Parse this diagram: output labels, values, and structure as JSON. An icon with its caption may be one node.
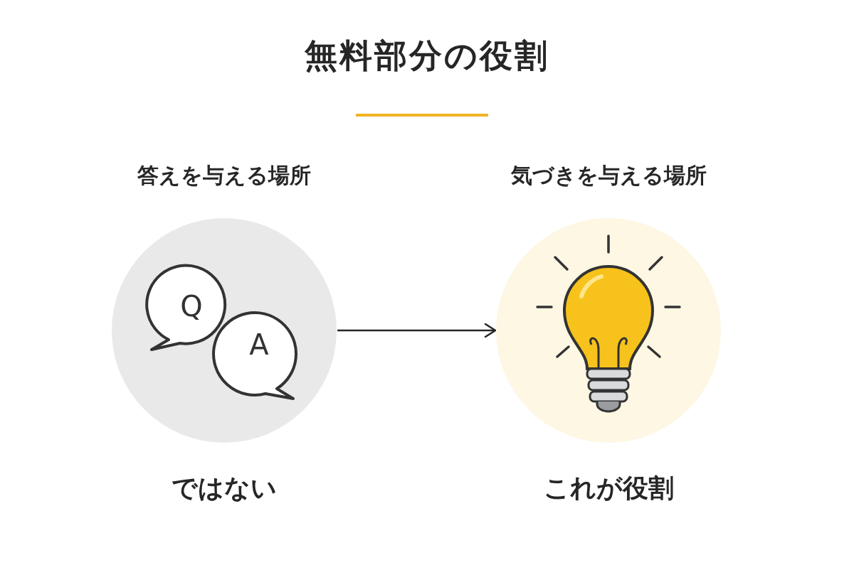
{
  "diagram": {
    "title": "無料部分の役割",
    "nodes": [
      {
        "text": [
          "答えを与える場所"
        ],
        "beside": [
          "ではない"
        ]
      },
      {
        "text": [
          "気づきを与える場所"
        ],
        "beside": [
          "これが役割"
        ]
      }
    ],
    "edges": [
      {
        "from": 0,
        "to": 1,
        "arrow": "to"
      }
    ],
    "labels": [
      "Q",
      "A"
    ]
  }
}
